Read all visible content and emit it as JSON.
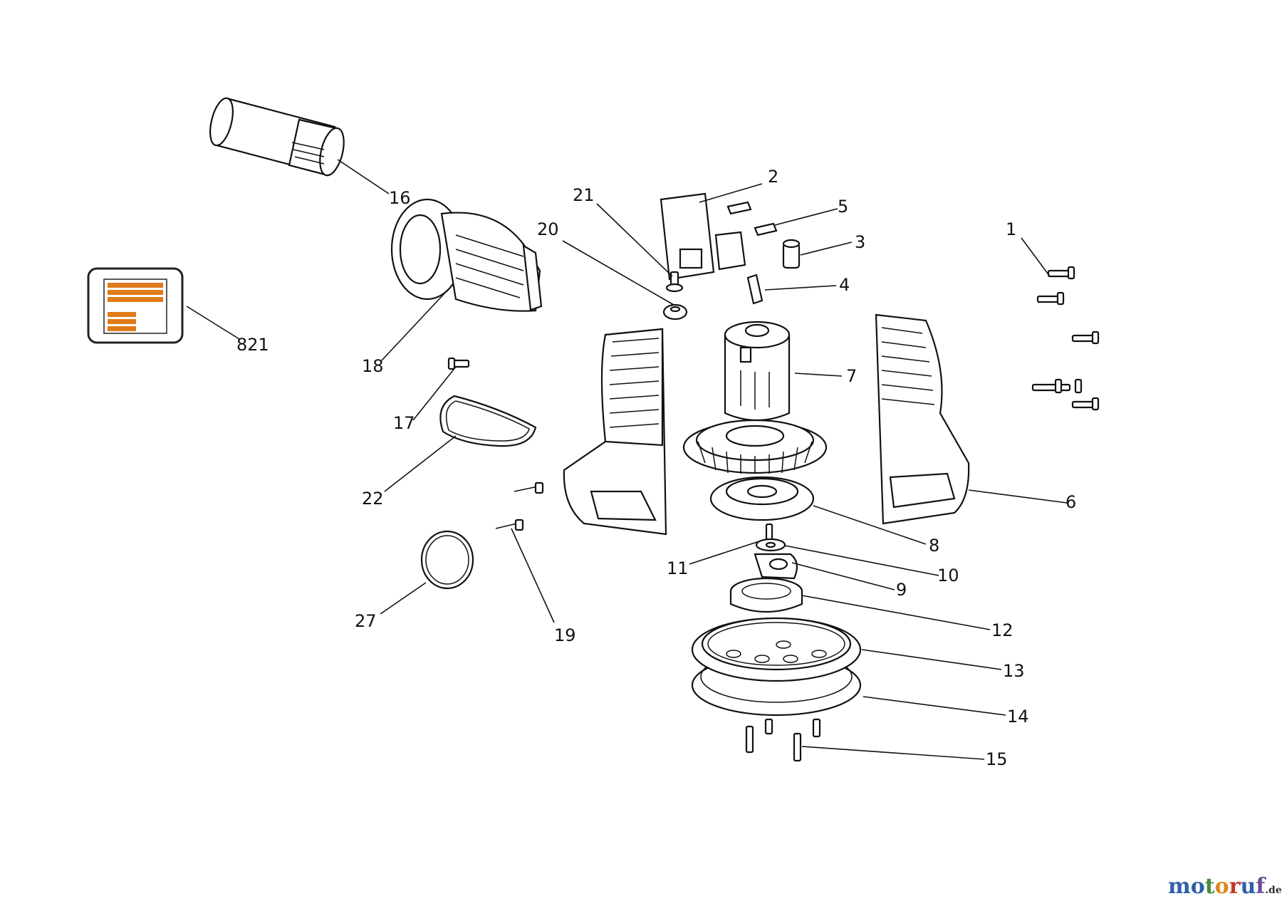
{
  "diagram": {
    "callouts": [
      {
        "id": "1",
        "label": "1"
      },
      {
        "id": "2",
        "label": "2"
      },
      {
        "id": "3",
        "label": "3"
      },
      {
        "id": "4",
        "label": "4"
      },
      {
        "id": "5",
        "label": "5"
      },
      {
        "id": "6",
        "label": "6"
      },
      {
        "id": "7",
        "label": "7"
      },
      {
        "id": "8",
        "label": "8"
      },
      {
        "id": "9",
        "label": "9"
      },
      {
        "id": "10",
        "label": "10"
      },
      {
        "id": "11",
        "label": "11"
      },
      {
        "id": "12",
        "label": "12"
      },
      {
        "id": "13",
        "label": "13"
      },
      {
        "id": "14",
        "label": "14"
      },
      {
        "id": "15",
        "label": "15"
      },
      {
        "id": "16",
        "label": "16"
      },
      {
        "id": "17",
        "label": "17"
      },
      {
        "id": "18",
        "label": "18"
      },
      {
        "id": "19",
        "label": "19"
      },
      {
        "id": "20",
        "label": "20"
      },
      {
        "id": "21",
        "label": "21"
      },
      {
        "id": "22",
        "label": "22"
      },
      {
        "id": "27",
        "label": "27"
      },
      {
        "id": "821",
        "label": "821"
      }
    ],
    "label_sticker_colors": {
      "stripe": "#e07b1a",
      "frame": "#222222"
    }
  },
  "watermark": {
    "letters": [
      "m",
      "o",
      "t",
      "o",
      "r",
      "u",
      "f"
    ],
    "colors": [
      "#2f5fa8",
      "#2f5fa8",
      "#4a8a3a",
      "#d98a1a",
      "#c0392b",
      "#2f5fa8",
      "#6a4a9a"
    ],
    "suffix": ".de"
  }
}
